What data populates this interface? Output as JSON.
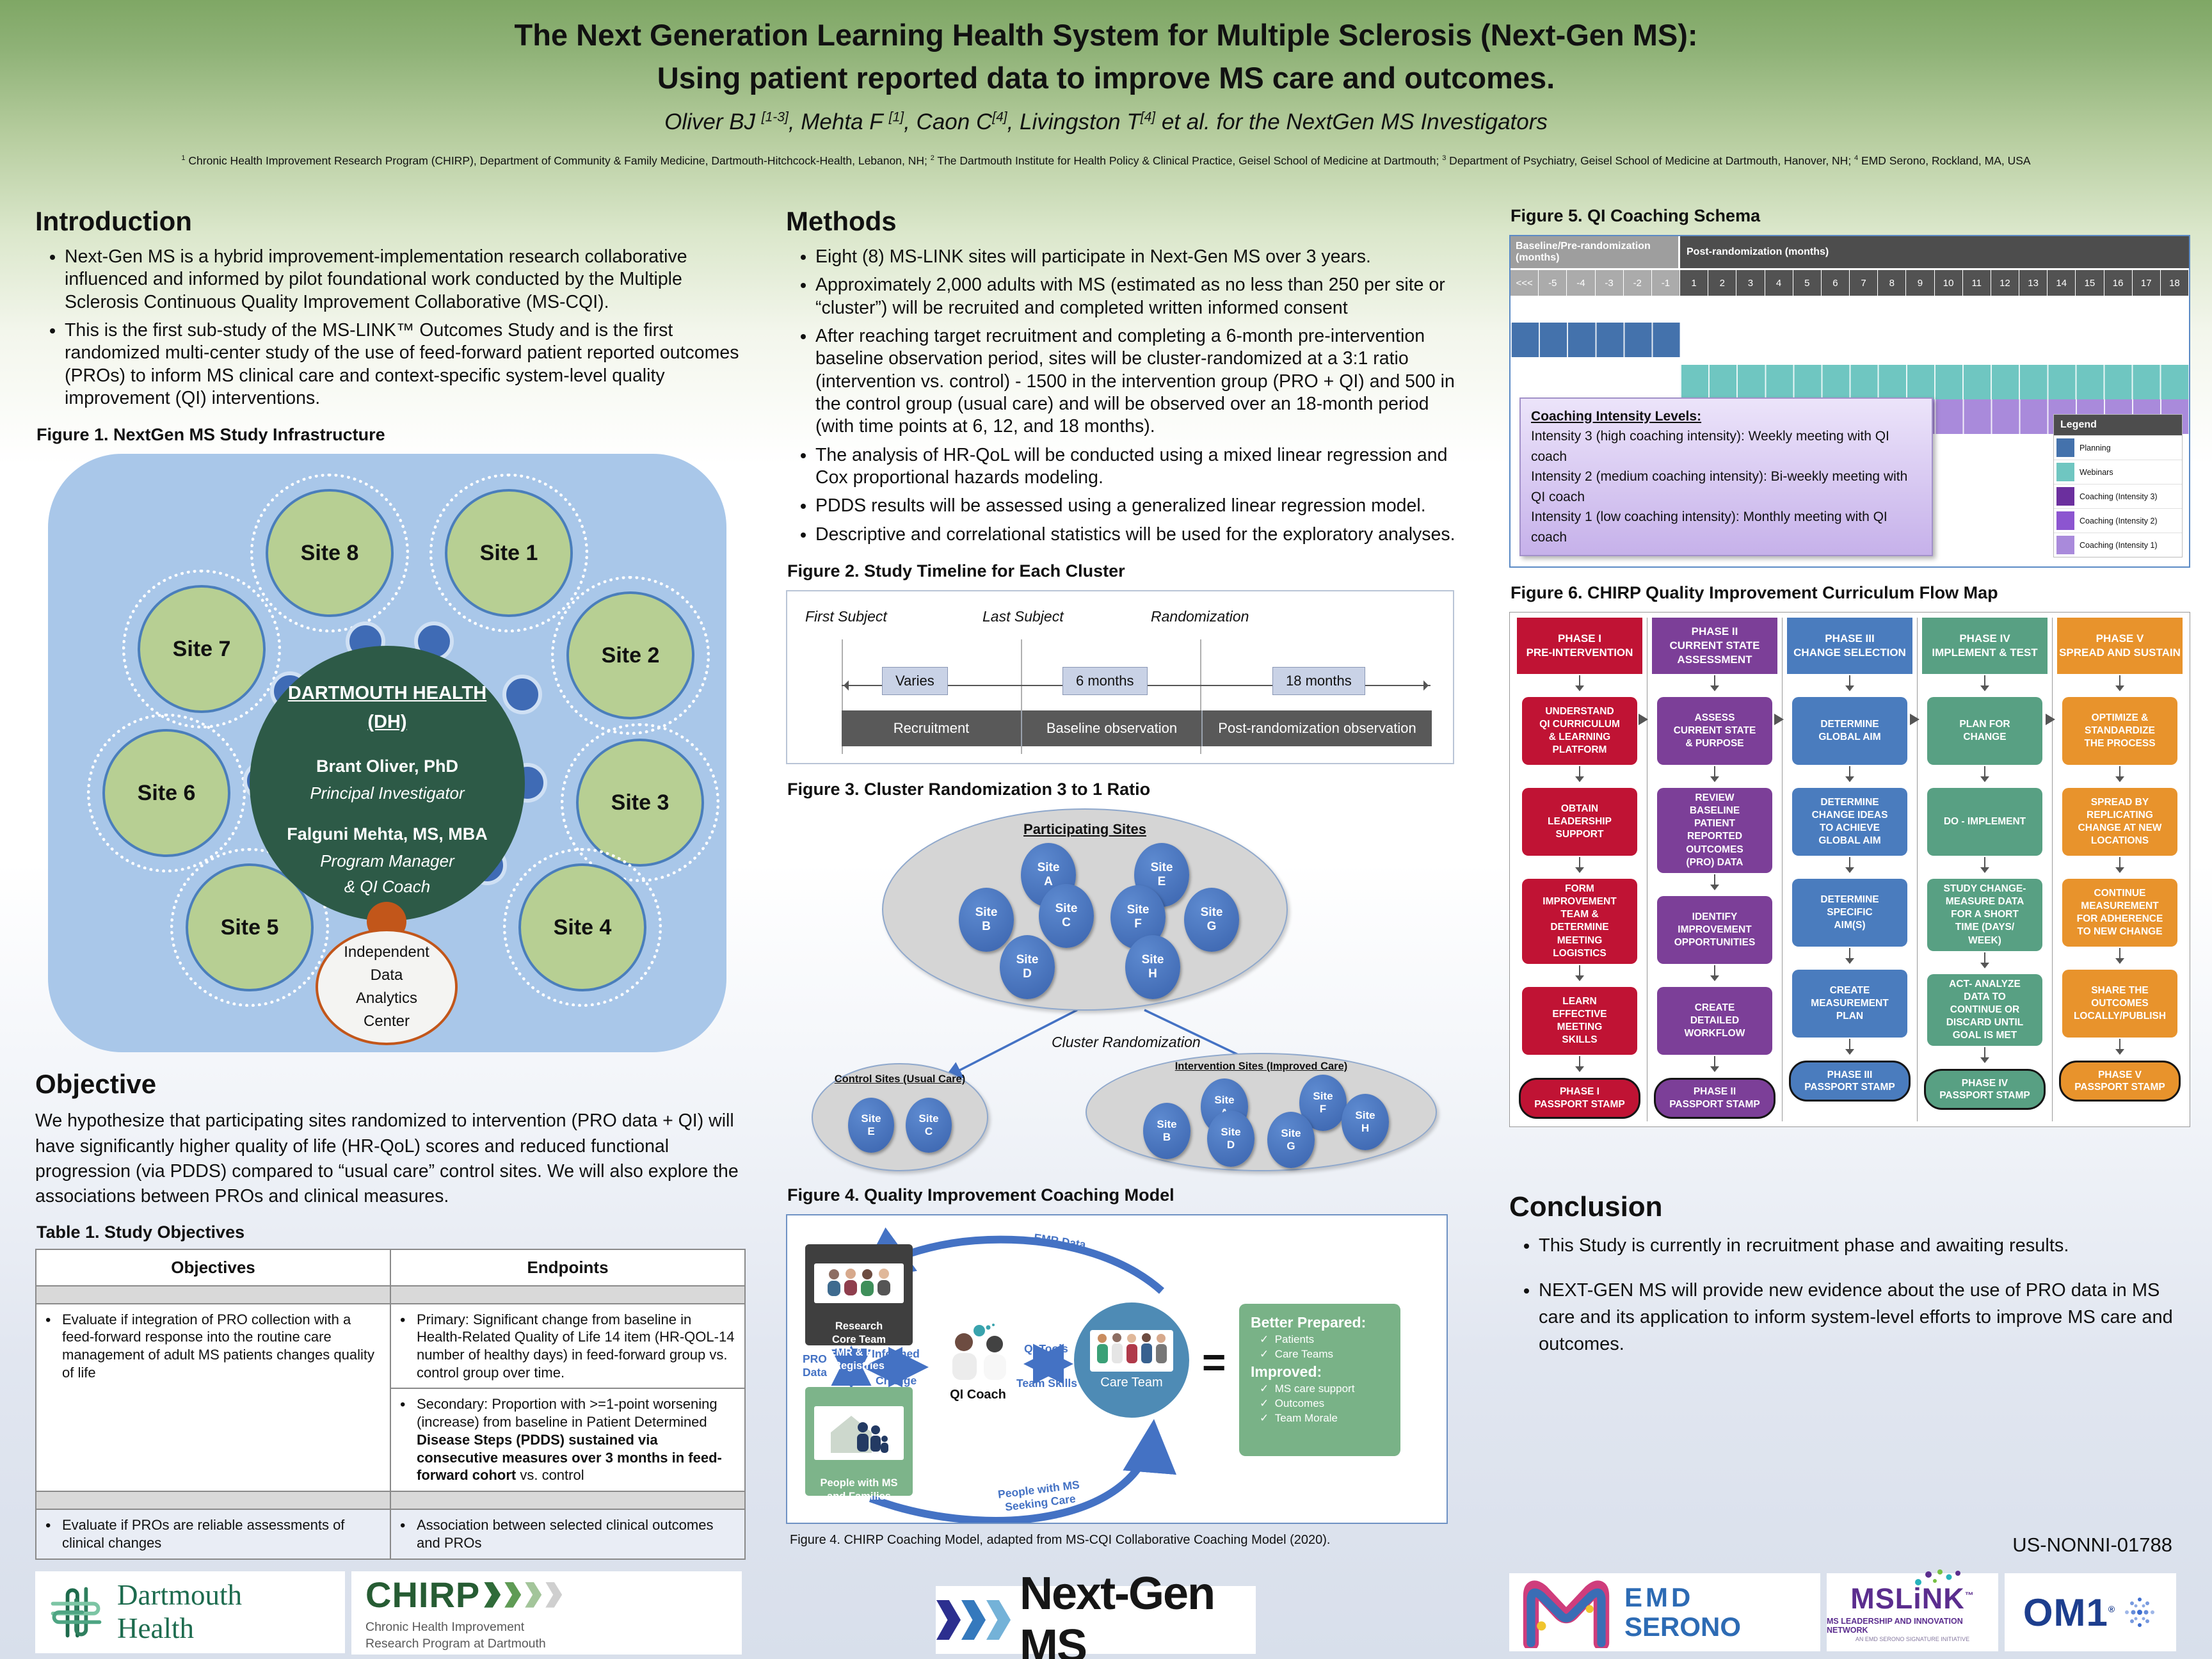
{
  "poster": {
    "title_line1": "The Next Generation Learning Health System for Multiple Sclerosis (Next-Gen MS):",
    "title_line2": "Using patient reported data to improve MS care and outcomes.",
    "authors_parts": [
      "Oliver BJ ",
      "[1-3]",
      ", Mehta F ",
      "[1]",
      ", Caon C",
      "[4]",
      ", Livingston T",
      "[4]",
      " et al. for the NextGen MS Investigators"
    ],
    "affiliation_parts": [
      "1",
      " Chronic Health Improvement Research Program (CHIRP), Department of Community & Family Medicine, Dartmouth-Hitchcock-Health, Lebanon, NH; ",
      "2",
      " The Dartmouth Institute for Health Policy & Clinical Practice, Geisel School of Medicine at Dartmouth; ",
      "3",
      " Department of Psychiatry, Geisel School of Medicine at Dartmouth, Hanover, NH; ",
      "4",
      " EMD Serono, Rockland, MA, USA"
    ]
  },
  "introduction": {
    "heading": "Introduction",
    "bullets": [
      "Next-Gen MS is a hybrid improvement-implementation research collaborative influenced and informed by pilot foundational work conducted by the Multiple Sclerosis Continuous Quality Improvement Collaborative (MS-CQI).",
      "This is the first sub-study of the MS-LINK™ Outcomes Study and is the first randomized multi-center study of the use of feed-forward patient reported outcomes (PROs) to inform MS clinical care and context-specific system-level quality improvement (QI) interventions."
    ]
  },
  "methods": {
    "heading": "Methods",
    "bullets": [
      "Eight (8) MS-LINK sites will participate in Next-Gen MS over 3 years.",
      "Approximately 2,000 adults with MS (estimated as no less than 250 per site or “cluster”) will be recruited and completed written informed consent",
      "After reaching target recruitment and completing a 6-month pre-intervention baseline observation period, sites will be cluster-randomized at a 3:1 ratio (intervention vs. control) - 1500 in the intervention group (PRO + QI) and 500 in the control group (usual care) and will be observed over an 18-month period (with time points at 6, 12, and 18 months).",
      "The analysis of HR-QoL will be conducted using a mixed linear regression and Cox proportional hazards modeling.",
      "PDDS results will be assessed using a generalized linear regression model.",
      "Descriptive and correlational statistics will be used for the exploratory analyses."
    ]
  },
  "objective": {
    "heading": "Objective",
    "text": "We hypothesize that participating sites randomized to intervention (PRO data + QI) will have significantly higher quality of life (HR-QoL) scores and reduced functional progression (via PDDS) compared to “usual care” control sites.  We will also explore the associations between PROs and clinical measures."
  },
  "figure1": {
    "caption": "Figure 1. NextGen MS Study Infrastructure",
    "sites": [
      "Site 8",
      "Site 1",
      "Site 7",
      "Site 2",
      "Site 6",
      "Site 3",
      "Site 5",
      "Site 4"
    ],
    "center": {
      "org": "DARTMOUTH HEALTH",
      "org2": "(DH)",
      "pi_name": "Brant Oliver, PhD",
      "pi_role": "Principal Investigator",
      "pm_name": "Falguni Mehta, MS, MBA",
      "pm_role": "Program Manager",
      "pm_role2": "& QI Coach"
    },
    "idac": "Independent\nData\nAnalytics\nCenter"
  },
  "table1": {
    "caption": "Table 1. Study Objectives",
    "col_headers": [
      "Objectives",
      "Endpoints"
    ],
    "row1_objective": "Evaluate if integration of PRO collection with a feed-forward response into the routine care management of adult MS patients changes quality of life",
    "row1_endpoint_primary": "Primary: Significant change from baseline in Health-Related Quality of Life 14 item (HR-QOL-14 number of healthy days) in feed-forward group vs. control group over time.",
    "row1_endpoint_secondary_pre": "Secondary: Proportion with >=1-point worsening (increase) from baseline in Patient Determined ",
    "row1_endpoint_secondary_bold": "Disease Steps (PDDS) sustained via consecutive measures over 3 months in feed-forward cohort",
    "row1_endpoint_secondary_post": " vs. control",
    "row2_objective": "Evaluate if PROs are reliable assessments of clinical changes",
    "row2_endpoint": "Association between selected clinical outcomes and PROs"
  },
  "figure2": {
    "caption": "Figure 2. Study Timeline for Each Cluster",
    "first_subject": "First Subject",
    "last_subject": "Last Subject",
    "randomization": "Randomization",
    "spans": [
      "Varies",
      "6 months",
      "18 months"
    ],
    "phases": [
      "Recruitment",
      "Baseline observation",
      "Post-randomization observation"
    ]
  },
  "figure3": {
    "caption": "Figure 3. Cluster Randomization 3 to 1 Ratio",
    "participating": "Participating Sites",
    "cluster_randomization": "Cluster Randomization",
    "control": "Control Sites (Usual Care)",
    "intervention": "Intervention Sites (Improved Care)",
    "all_sites": [
      "Site\nA",
      "Site\nE",
      "Site\nB",
      "Site\nC",
      "Site\nF",
      "Site\nG",
      "Site\nD",
      "Site\nH"
    ],
    "control_sites": [
      "Site\nE",
      "Site\nC"
    ],
    "intervention_sites": [
      "Site\nA",
      "Site\nF",
      "Site\nB",
      "Site\nD",
      "Site\nG",
      "Site\nH"
    ]
  },
  "figure4": {
    "caption": "Figure 4. Quality Improvement Coaching Model",
    "subcaption": "Figure 4. CHIRP Coaching Model, adapted from MS-CQI Collaborative Coaching Model (2020).",
    "emr_data": "EMR Data",
    "research_box": "Research\nCore Team\nEMR & PRO\nRegistries",
    "pro_data": "PRO\nData",
    "informed": "Informed",
    "change": "Change",
    "qi_coach": "QI Coach",
    "qi_tools": "QI Tools",
    "team_skills": "Team Skills",
    "care_team": "Care Team",
    "equals": "=",
    "better_prepared": "Better Prepared:",
    "bp_items": [
      "Patients",
      "Care Teams"
    ],
    "improved": "Improved:",
    "improved_items": [
      "MS care support",
      "Outcomes",
      "Team Morale"
    ],
    "people_box": "People with MS\nand Families",
    "seeking_care": "People with MS\nSeeking Care"
  },
  "figure5": {
    "caption": "Figure 5. QI Coaching Schema",
    "header_left": "Baseline/Pre-randomization (months)",
    "header_right": "Post-randomization (months)",
    "columns": [
      "<<<",
      "-5",
      "-4",
      "-3",
      "-2",
      "-1",
      "1",
      "2",
      "3",
      "4",
      "5",
      "6",
      "7",
      "8",
      "9",
      "10",
      "11",
      "12",
      "13",
      "14",
      "15",
      "16",
      "17",
      "18"
    ],
    "bars": [
      {
        "label": "Planning",
        "color": "#4472AC",
        "range": "<<< to -1"
      },
      {
        "label": "Webinars",
        "color": "#6FC6C1",
        "range": "months 1-18"
      },
      {
        "label": "Coaching (Intensity 3)",
        "color": "#6B2F9E",
        "range": "months 1-3"
      },
      {
        "label": "Coaching (Intensity 2)",
        "color": "#8C55D0",
        "range": "months 4-6"
      },
      {
        "label": "Coaching (Intensity 1)",
        "color": "#A98ADB",
        "range": "months 7-18"
      }
    ],
    "legend_title": "Legend",
    "coaching_box": {
      "title": "Coaching Intensity Levels:",
      "line1": "Intensity 3 (high coaching intensity): Weekly meeting with QI coach",
      "line2": "Intensity 2 (medium coaching intensity): Bi-weekly meeting with QI coach",
      "line3": "Intensity 1 (low coaching intensity): Monthly meeting with QI coach"
    }
  },
  "figure6": {
    "caption": "Figure 6. CHIRP Quality Improvement Curriculum Flow Map",
    "phases": [
      {
        "title": "PHASE I\nPRE-INTERVENTION",
        "color": "#C01334",
        "steps": [
          "UNDERSTAND\nQI CURRICULUM\n& LEARNING\nPLATFORM",
          "OBTAIN\nLEADERSHIP\nSUPPORT",
          "FORM\nIMPROVEMENT\nTEAM &\nDETERMINE\nMEETING\nLOGISTICS",
          "LEARN\nEFFECTIVE\nMEETING\nSKILLS"
        ],
        "stamp": "PHASE I\nPASSPORT STAMP"
      },
      {
        "title": "PHASE II\nCURRENT STATE\nASSESSMENT",
        "color": "#7C3F98",
        "steps": [
          "ASSESS\nCURRENT STATE\n& PURPOSE",
          "REVIEW\nBASELINE\nPATIENT\nREPORTED\nOUTCOMES\n(PRO) DATA",
          "IDENTIFY\nIMPROVEMENT\nOPPORTUNITIES",
          "CREATE\nDETAILED\nWORKFLOW"
        ],
        "stamp": "PHASE II\nPASSPORT STAMP"
      },
      {
        "title": "PHASE III\nCHANGE SELECTION",
        "color": "#4A7CBE",
        "steps": [
          "DETERMINE\nGLOBAL AIM",
          "DETERMINE\nCHANGE IDEAS\nTO ACHIEVE\nGLOBAL AIM",
          "DETERMINE\nSPECIFIC\nAIM(S)",
          "CREATE\nMEASUREMENT\nPLAN"
        ],
        "stamp": "PHASE III\nPASSPORT STAMP"
      },
      {
        "title": "PHASE IV\nIMPLEMENT & TEST",
        "color": "#58A083",
        "steps": [
          "PLAN FOR\nCHANGE",
          "DO - IMPLEMENT",
          "STUDY CHANGE-\nMEASURE DATA\nFOR A SHORT\nTIME (DAYS/\nWEEK)",
          "ACT- ANALYZE\nDATA TO\nCONTINUE OR\nDISCARD UNTIL\nGOAL IS MET"
        ],
        "stamp": "PHASE IV\nPASSPORT STAMP"
      },
      {
        "title": "PHASE V\nSPREAD AND SUSTAIN",
        "color": "#E8932C",
        "steps": [
          "OPTIMIZE &\nSTANDARDIZE\nTHE PROCESS",
          "SPREAD BY\nREPLICATING\nCHANGE AT NEW\nLOCATIONS",
          "CONTINUE\nMEASUREMENT\nFOR ADHERENCE\nTO NEW CHANGE",
          "SHARE THE\nOUTCOMES\nLOCALLY/PUBLISH"
        ],
        "stamp": "PHASE V\nPASSPORT STAMP"
      }
    ]
  },
  "conclusion": {
    "heading": "Conclusion",
    "bullets": [
      "This Study is currently in recruitment phase and awaiting results.",
      "NEXT-GEN MS will provide new evidence about the use of PRO data in MS care and its application to inform system-level efforts to improve MS care and outcomes."
    ]
  },
  "footer": {
    "code": "US-NONNI-01788",
    "dartmouth_line1": "Dartmouth",
    "dartmouth_line2": "Health",
    "chirp": "CHIRP",
    "chirp_sub": "Chronic Health Improvement\nResearch Program at Dartmouth",
    "nextgen": "Next-Gen MS",
    "emd_line1": "EMD",
    "emd_line2": "SERONO",
    "mslink": "MSLiNK",
    "mslink_tm": "™",
    "mslink_sub": "MS LEADERSHIP AND INNOVATION NETWORK",
    "mslink_sub2": "AN EMD SERONO SIGNATURE INITIATIVE",
    "om1": "OM1",
    "om1_r": "®"
  }
}
